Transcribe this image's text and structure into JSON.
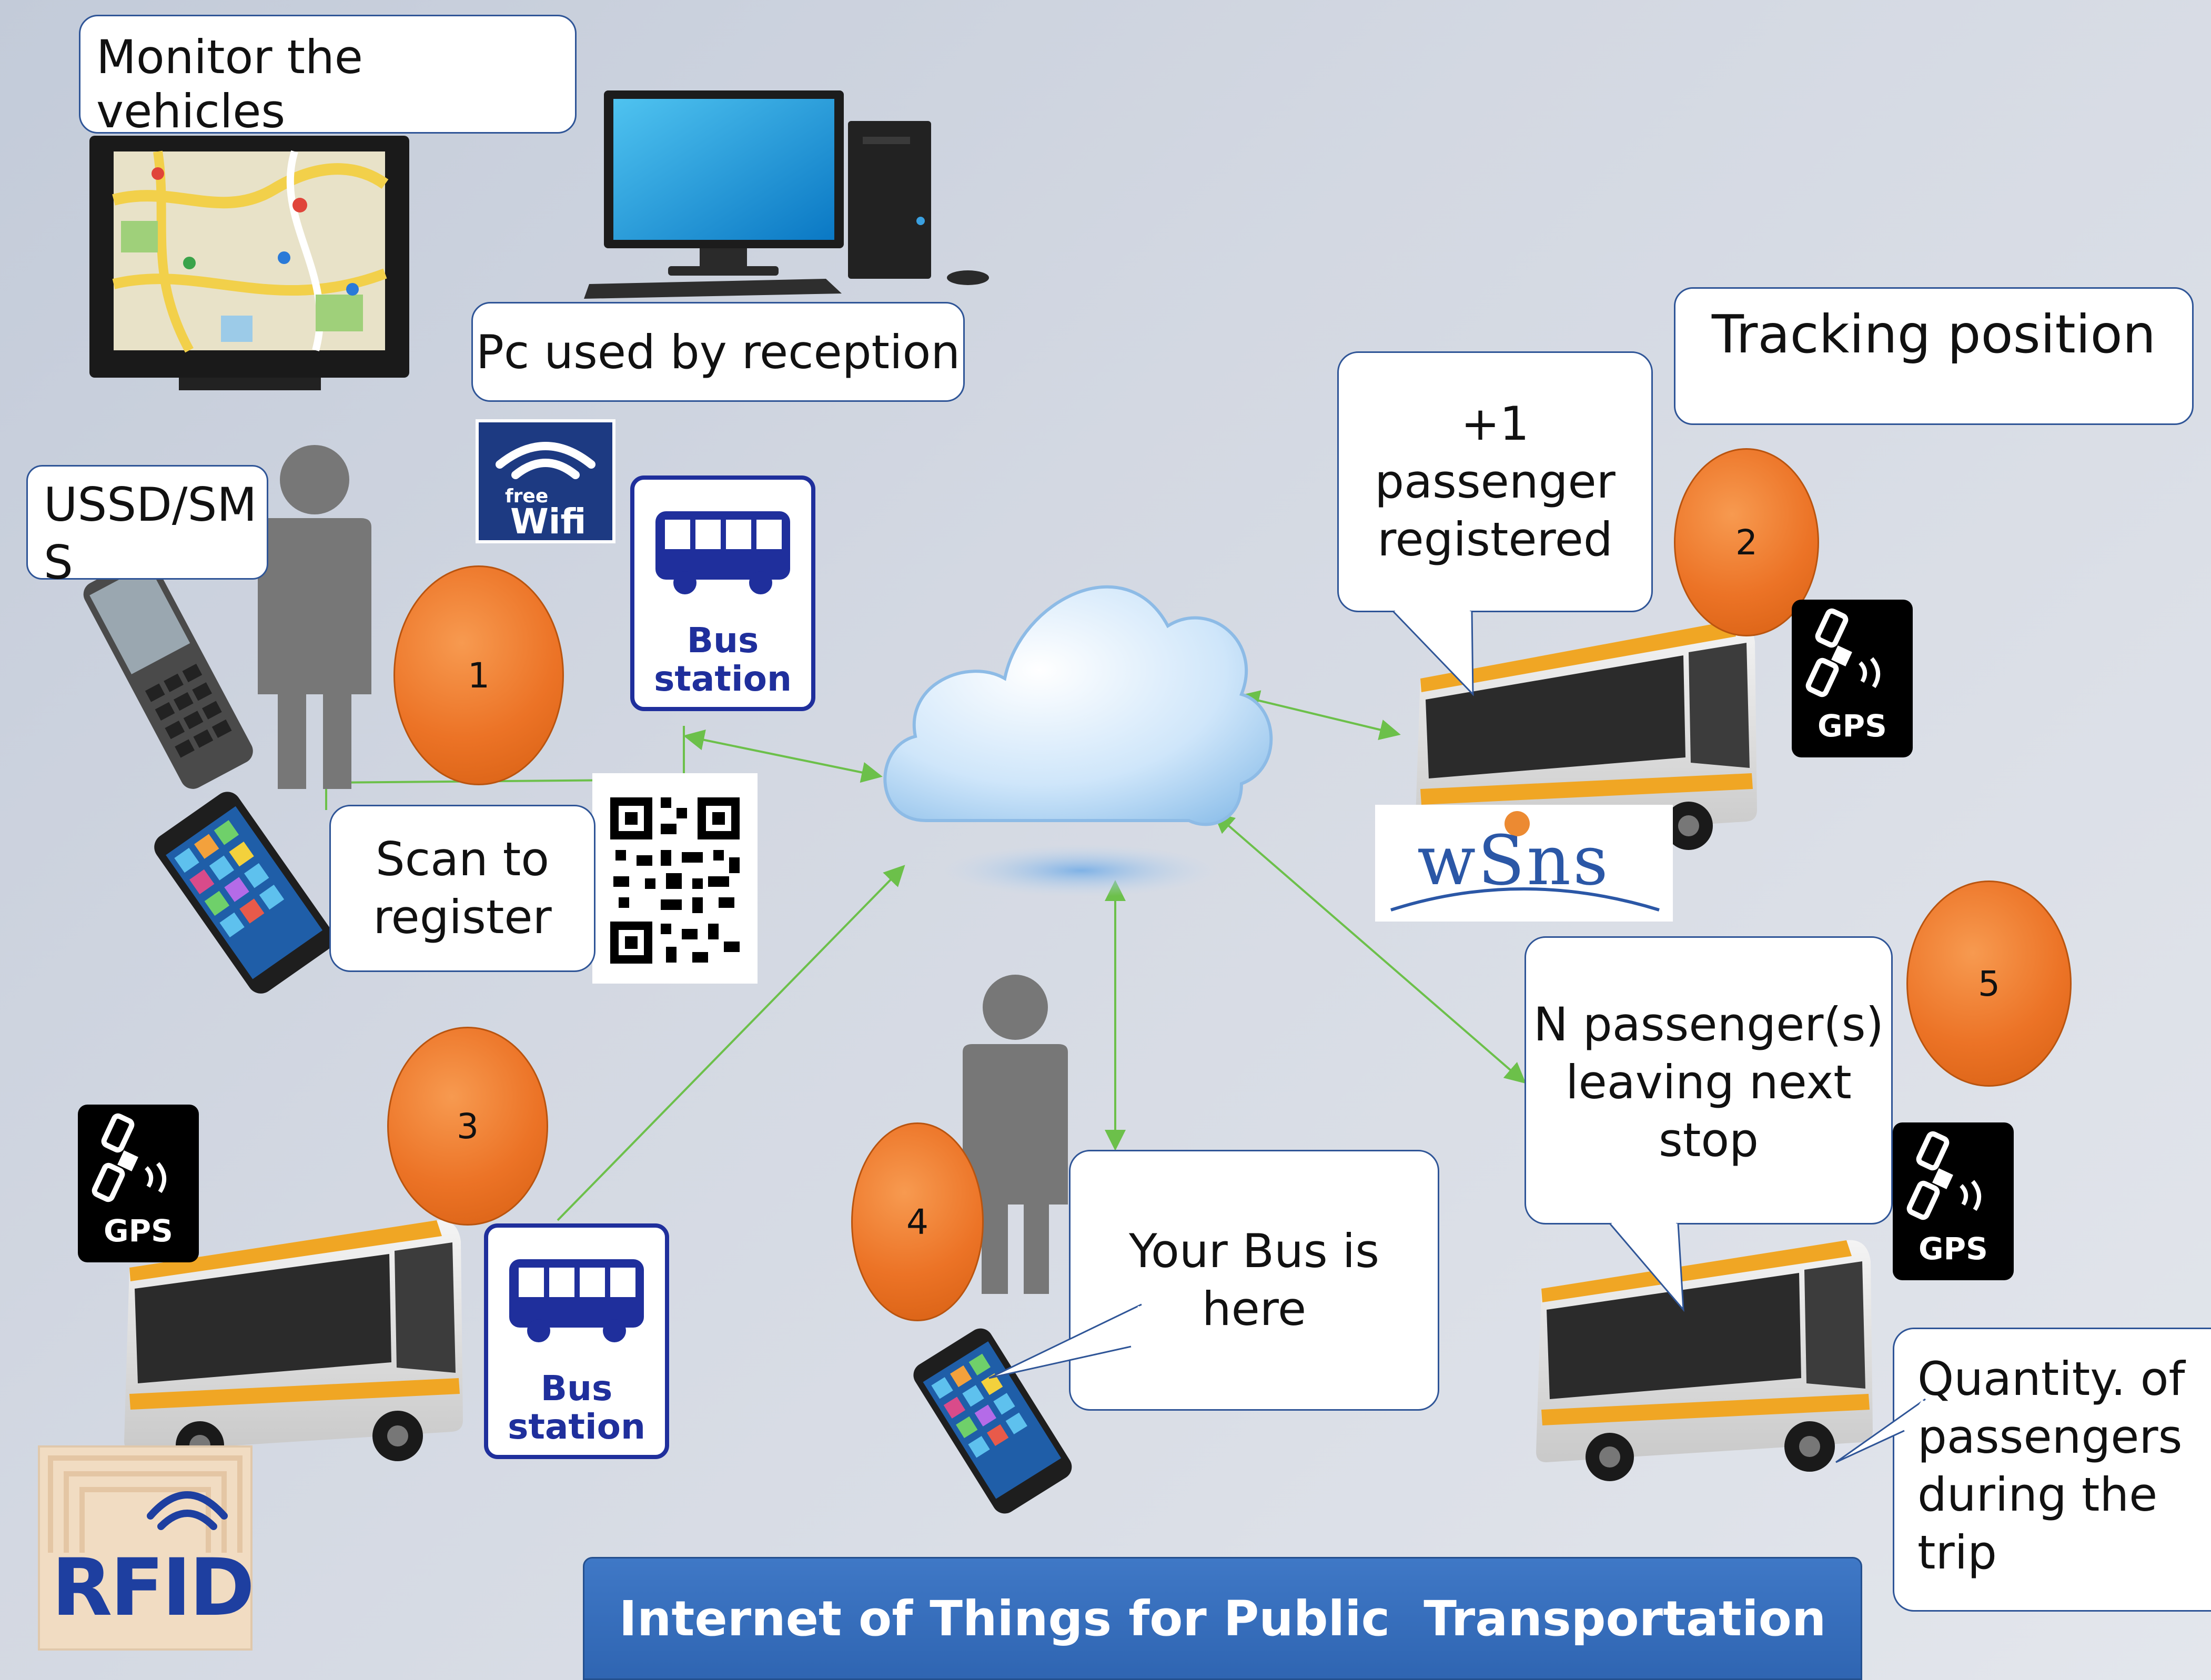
{
  "labels": {
    "monitor": "Monitor the vehicles",
    "pc": "Pc used by reception",
    "tracking": "Tracking position",
    "ussd_line1": "USSD/SM",
    "ussd_line2": "S",
    "plus_one_line1": "+1",
    "plus_one_line2": "passenger",
    "plus_one_line3": "registered",
    "scan_line1": "Scan to",
    "scan_line2": "register",
    "n_passengers_line1": "N passenger(s)",
    "n_passengers_line2": "leaving next",
    "n_passengers_line3": "stop",
    "your_bus": "Your Bus is here",
    "quantity_line1": "Quantity. of",
    "quantity_line2": "passengers",
    "quantity_line3": "during the trip"
  },
  "steps": [
    "1",
    "2",
    "3",
    "4",
    "5"
  ],
  "badges": {
    "gps": "GPS",
    "bus_sign_line1": "Bus",
    "bus_sign_line2": "station",
    "wifi_free": "free",
    "wifi_word": "Wifi",
    "wsns": "wSns",
    "rfid": "RFID"
  },
  "footer": {
    "title": "Internet of Things for Public  Transportation"
  },
  "colors": {
    "step_orange": "#ec7326",
    "callout_border": "#2f5597",
    "connector_green": "#6cc04a",
    "title_blue": "#2f65b2",
    "bus_sign_blue": "#1f2f9c"
  }
}
